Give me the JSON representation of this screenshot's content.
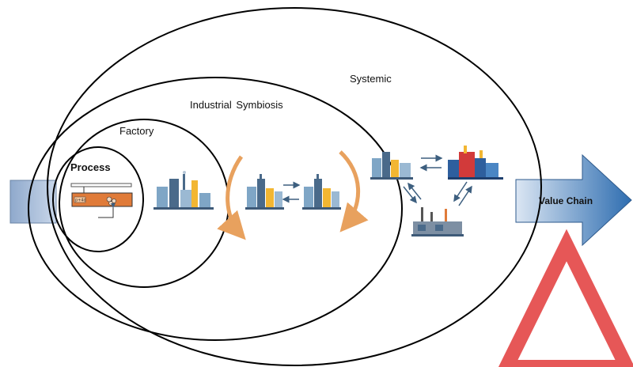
{
  "labels": {
    "systemic": "Systemic",
    "industrial_symbiosis": "Industrial Symbiosis",
    "factory": "Factory",
    "process": "Process",
    "value_chain": "Value Chain",
    "process_tag": "p+4d"
  },
  "colors": {
    "outline": "#000000",
    "arrow_fill_light": "#c5d6ea",
    "arrow_fill_dark": "#2e6db0",
    "inlet_fill": "#b9cbe3",
    "curved_arrow": "#e8a15e",
    "process_bar": "#e07b39",
    "flow_arrow": "#3d5f7f",
    "factory_blue": "#7fa6c6",
    "factory_dark": "#4a6a8a",
    "chimney_yellow": "#f2b632",
    "red_factory": "#d23a3a",
    "watermark_red": "#e23a3a"
  },
  "icons": {
    "factory_single": "factory-icon",
    "factory_pair": "factory-icon",
    "colorful_plant": "industrial-plant-icon",
    "smokestack_plant": "smokestack-plant-icon",
    "watermark": "triangle-watermark"
  }
}
